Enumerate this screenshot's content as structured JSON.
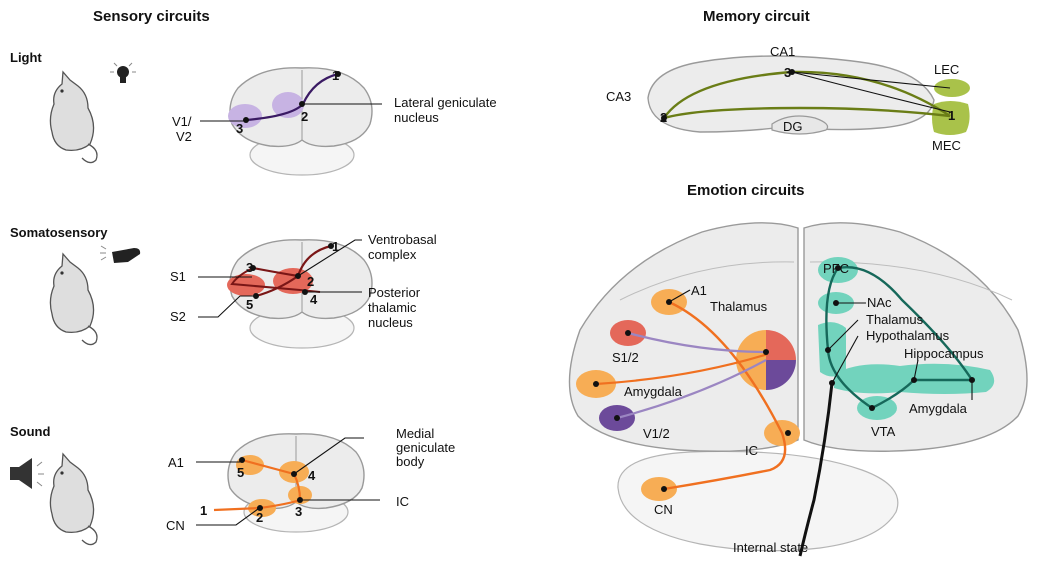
{
  "sensory": {
    "title": "Sensory circuits",
    "light": {
      "heading": "Light",
      "label_v1": "V1/",
      "label_v2": "V2",
      "label_lgn_1": "Lateral geniculate",
      "label_lgn_2": "nucleus",
      "n1": "1",
      "n2": "2",
      "n3": "3"
    },
    "somato": {
      "heading": "Somatosensory",
      "label_s1": "S1",
      "label_s2": "S2",
      "label_vb_1": "Ventrobasal",
      "label_vb_2": "complex",
      "label_pt_1": "Posterior",
      "label_pt_2": "thalamic",
      "label_pt_3": "nucleus",
      "n1": "1",
      "n2": "2",
      "n3": "3",
      "n4": "4",
      "n5": "5"
    },
    "sound": {
      "heading": "Sound",
      "label_a1": "A1",
      "label_cn": "CN",
      "label_ic": "IC",
      "label_mgb_1": "Medial",
      "label_mgb_2": "geniculate",
      "label_mgb_3": "body",
      "n1": "1",
      "n2": "2",
      "n3": "3",
      "n4": "4",
      "n5": "5"
    }
  },
  "memory": {
    "title": "Memory circuit",
    "ca1": "CA1",
    "ca3": "CA3",
    "dg": "DG",
    "lec": "LEC",
    "mec": "MEC",
    "n1": "1",
    "n2": "2",
    "n3": "3"
  },
  "emotion": {
    "title": "Emotion circuits",
    "left": {
      "a1": "A1",
      "thalamus": "Thalamus",
      "s12": "S1/2",
      "amygdala": "Amygdala",
      "v12": "V1/2",
      "ic": "IC",
      "cn": "CN"
    },
    "right": {
      "pfc": "PFC",
      "nac": "NAc",
      "thalamus": "Thalamus",
      "hypothalamus": "Hypothalamus",
      "hippocampus": "Hippocampus",
      "amygdala": "Amygdala",
      "vta": "VTA"
    },
    "internal_state": "Internal state"
  },
  "colors": {
    "visual": "#b9a3d8",
    "visual_path": "#3a1a63",
    "somato": "#e4685a",
    "somato_path": "#7a1616",
    "auditory": "#f7ad55",
    "auditory_path": "#f07020",
    "memory_path": "#6a7d16",
    "memory_ec": "#a9c24a",
    "emotion_teal": "#72d3bd",
    "emotion_teal_path": "#16685a",
    "purple_region": "#6c4a9a",
    "purple_path": "#9b86c2"
  },
  "icons": [
    "mouse-icon",
    "lightbulb-icon",
    "hand-icon",
    "speaker-icon"
  ]
}
